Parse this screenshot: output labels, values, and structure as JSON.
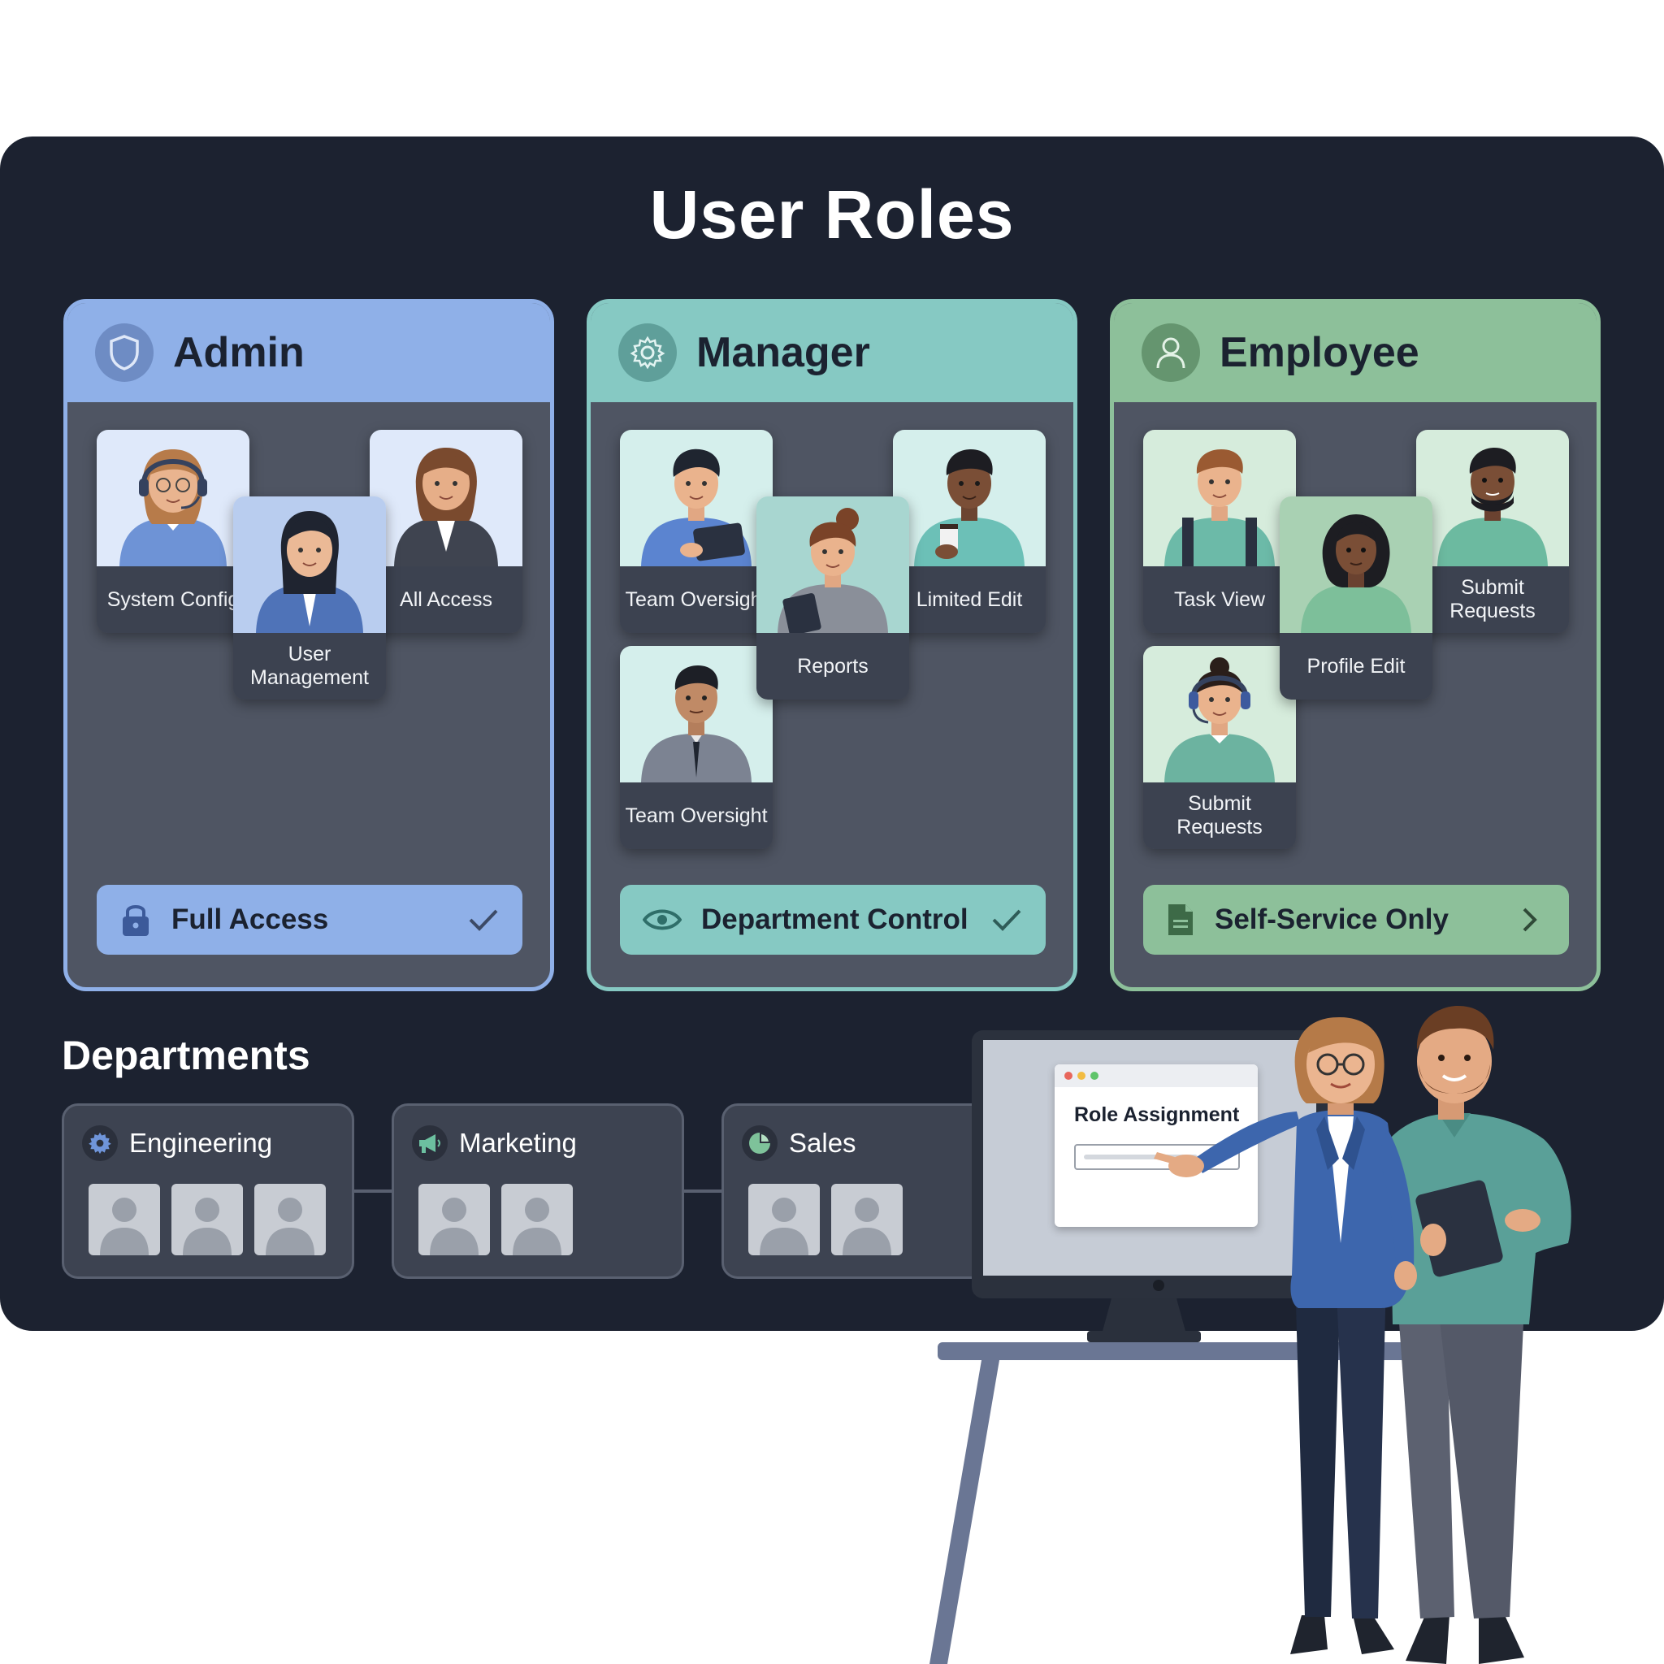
{
  "title": "User Roles",
  "roles": [
    {
      "name": "Admin",
      "accent": "#8fb0e8",
      "icon": "shield-icon",
      "tiles": [
        "System Config",
        "User Management",
        "All Access"
      ],
      "badge": {
        "label": "Full Access",
        "icon": "lock-icon",
        "end_icon": "checkmark-icon"
      }
    },
    {
      "name": "Manager",
      "accent": "#86c9c3",
      "icon": "gear-icon",
      "tiles": [
        "Team Oversight",
        "Reports",
        "Limited Edit",
        "Team Oversight"
      ],
      "badge": {
        "label": "Department Control",
        "icon": "eye-icon",
        "end_icon": "checkmark-icon"
      }
    },
    {
      "name": "Employee",
      "accent": "#8dc09a",
      "icon": "user-icon",
      "tiles": [
        "Task View",
        "Profile Edit",
        "Submit Requests",
        "Submit Requests"
      ],
      "badge": {
        "label": "Self-Service Only",
        "icon": "document-icon",
        "end_icon": "chevron-right-icon"
      }
    }
  ],
  "departments": {
    "heading": "Departments",
    "items": [
      {
        "name": "Engineering",
        "icon": "gear-icon",
        "member_count": 3
      },
      {
        "name": "Marketing",
        "icon": "megaphone-icon",
        "member_count": 2
      },
      {
        "name": "Sales",
        "icon": "pie-chart-icon",
        "member_count": 2
      }
    ]
  },
  "monitor": {
    "window_title": "Role Assignment",
    "dropdown_icon": "caret-down-icon"
  }
}
